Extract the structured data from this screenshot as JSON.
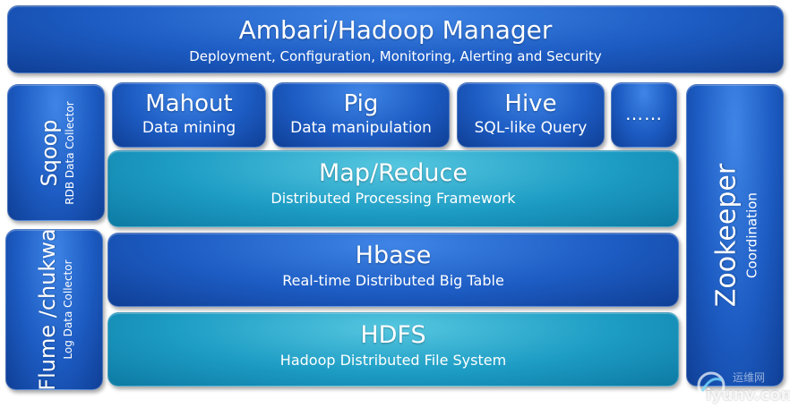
{
  "manager": {
    "title": "Ambari/Hadoop Manager",
    "subtitle": "Deployment, Configuration, Monitoring, Alerting and Security"
  },
  "tools": {
    "mahout": {
      "title": "Mahout",
      "subtitle": "Data mining"
    },
    "pig": {
      "title": "Pig",
      "subtitle": "Data manipulation"
    },
    "hive": {
      "title": "Hive",
      "subtitle": "SQL-like Query"
    },
    "more": {
      "title": "……"
    }
  },
  "layers": {
    "mapreduce": {
      "title": "Map/Reduce",
      "subtitle": "Distributed Processing Framework"
    },
    "hbase": {
      "title": "Hbase",
      "subtitle": "Real-time Distributed Big Table"
    },
    "hdfs": {
      "title": "HDFS",
      "subtitle": "Hadoop Distributed File System"
    }
  },
  "side": {
    "sqoop": {
      "title": "Sqoop",
      "subtitle": "RDB Data Collector"
    },
    "flume": {
      "title": "Flume /chukwa",
      "subtitle": "Log Data Collector"
    },
    "zookeeper": {
      "title": "Zookeeper",
      "subtitle": "Coordination"
    }
  },
  "watermark": {
    "text_cn": "运维网",
    "text": "iyunv.com"
  },
  "colors": {
    "blue": "#1d5cc3",
    "teal": "#1d9cc4"
  }
}
